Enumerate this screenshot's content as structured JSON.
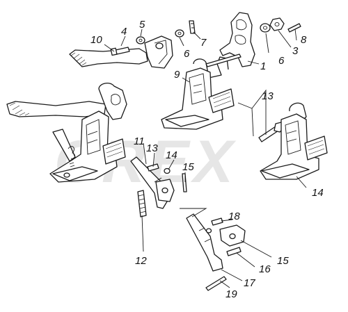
{
  "watermark": "CREX",
  "callouts": [
    {
      "id": "c10",
      "label": "10"
    },
    {
      "id": "c4",
      "label": "4"
    },
    {
      "id": "c5",
      "label": "5"
    },
    {
      "id": "c6a",
      "label": "6"
    },
    {
      "id": "c7",
      "label": "7"
    },
    {
      "id": "c9",
      "label": "9"
    },
    {
      "id": "c1",
      "label": "1"
    },
    {
      "id": "c6b",
      "label": "6"
    },
    {
      "id": "c3",
      "label": "3"
    },
    {
      "id": "c8",
      "label": "8"
    },
    {
      "id": "c13a",
      "label": "13"
    },
    {
      "id": "c11",
      "label": "11"
    },
    {
      "id": "c13b",
      "label": "13"
    },
    {
      "id": "c14a",
      "label": "14"
    },
    {
      "id": "c15a",
      "label": "15"
    },
    {
      "id": "c14b",
      "label": "14"
    },
    {
      "id": "c12",
      "label": "12"
    },
    {
      "id": "c18",
      "label": "18"
    },
    {
      "id": "c15b",
      "label": "15"
    },
    {
      "id": "c16",
      "label": "16"
    },
    {
      "id": "c17",
      "label": "17"
    },
    {
      "id": "c19",
      "label": "19"
    }
  ]
}
